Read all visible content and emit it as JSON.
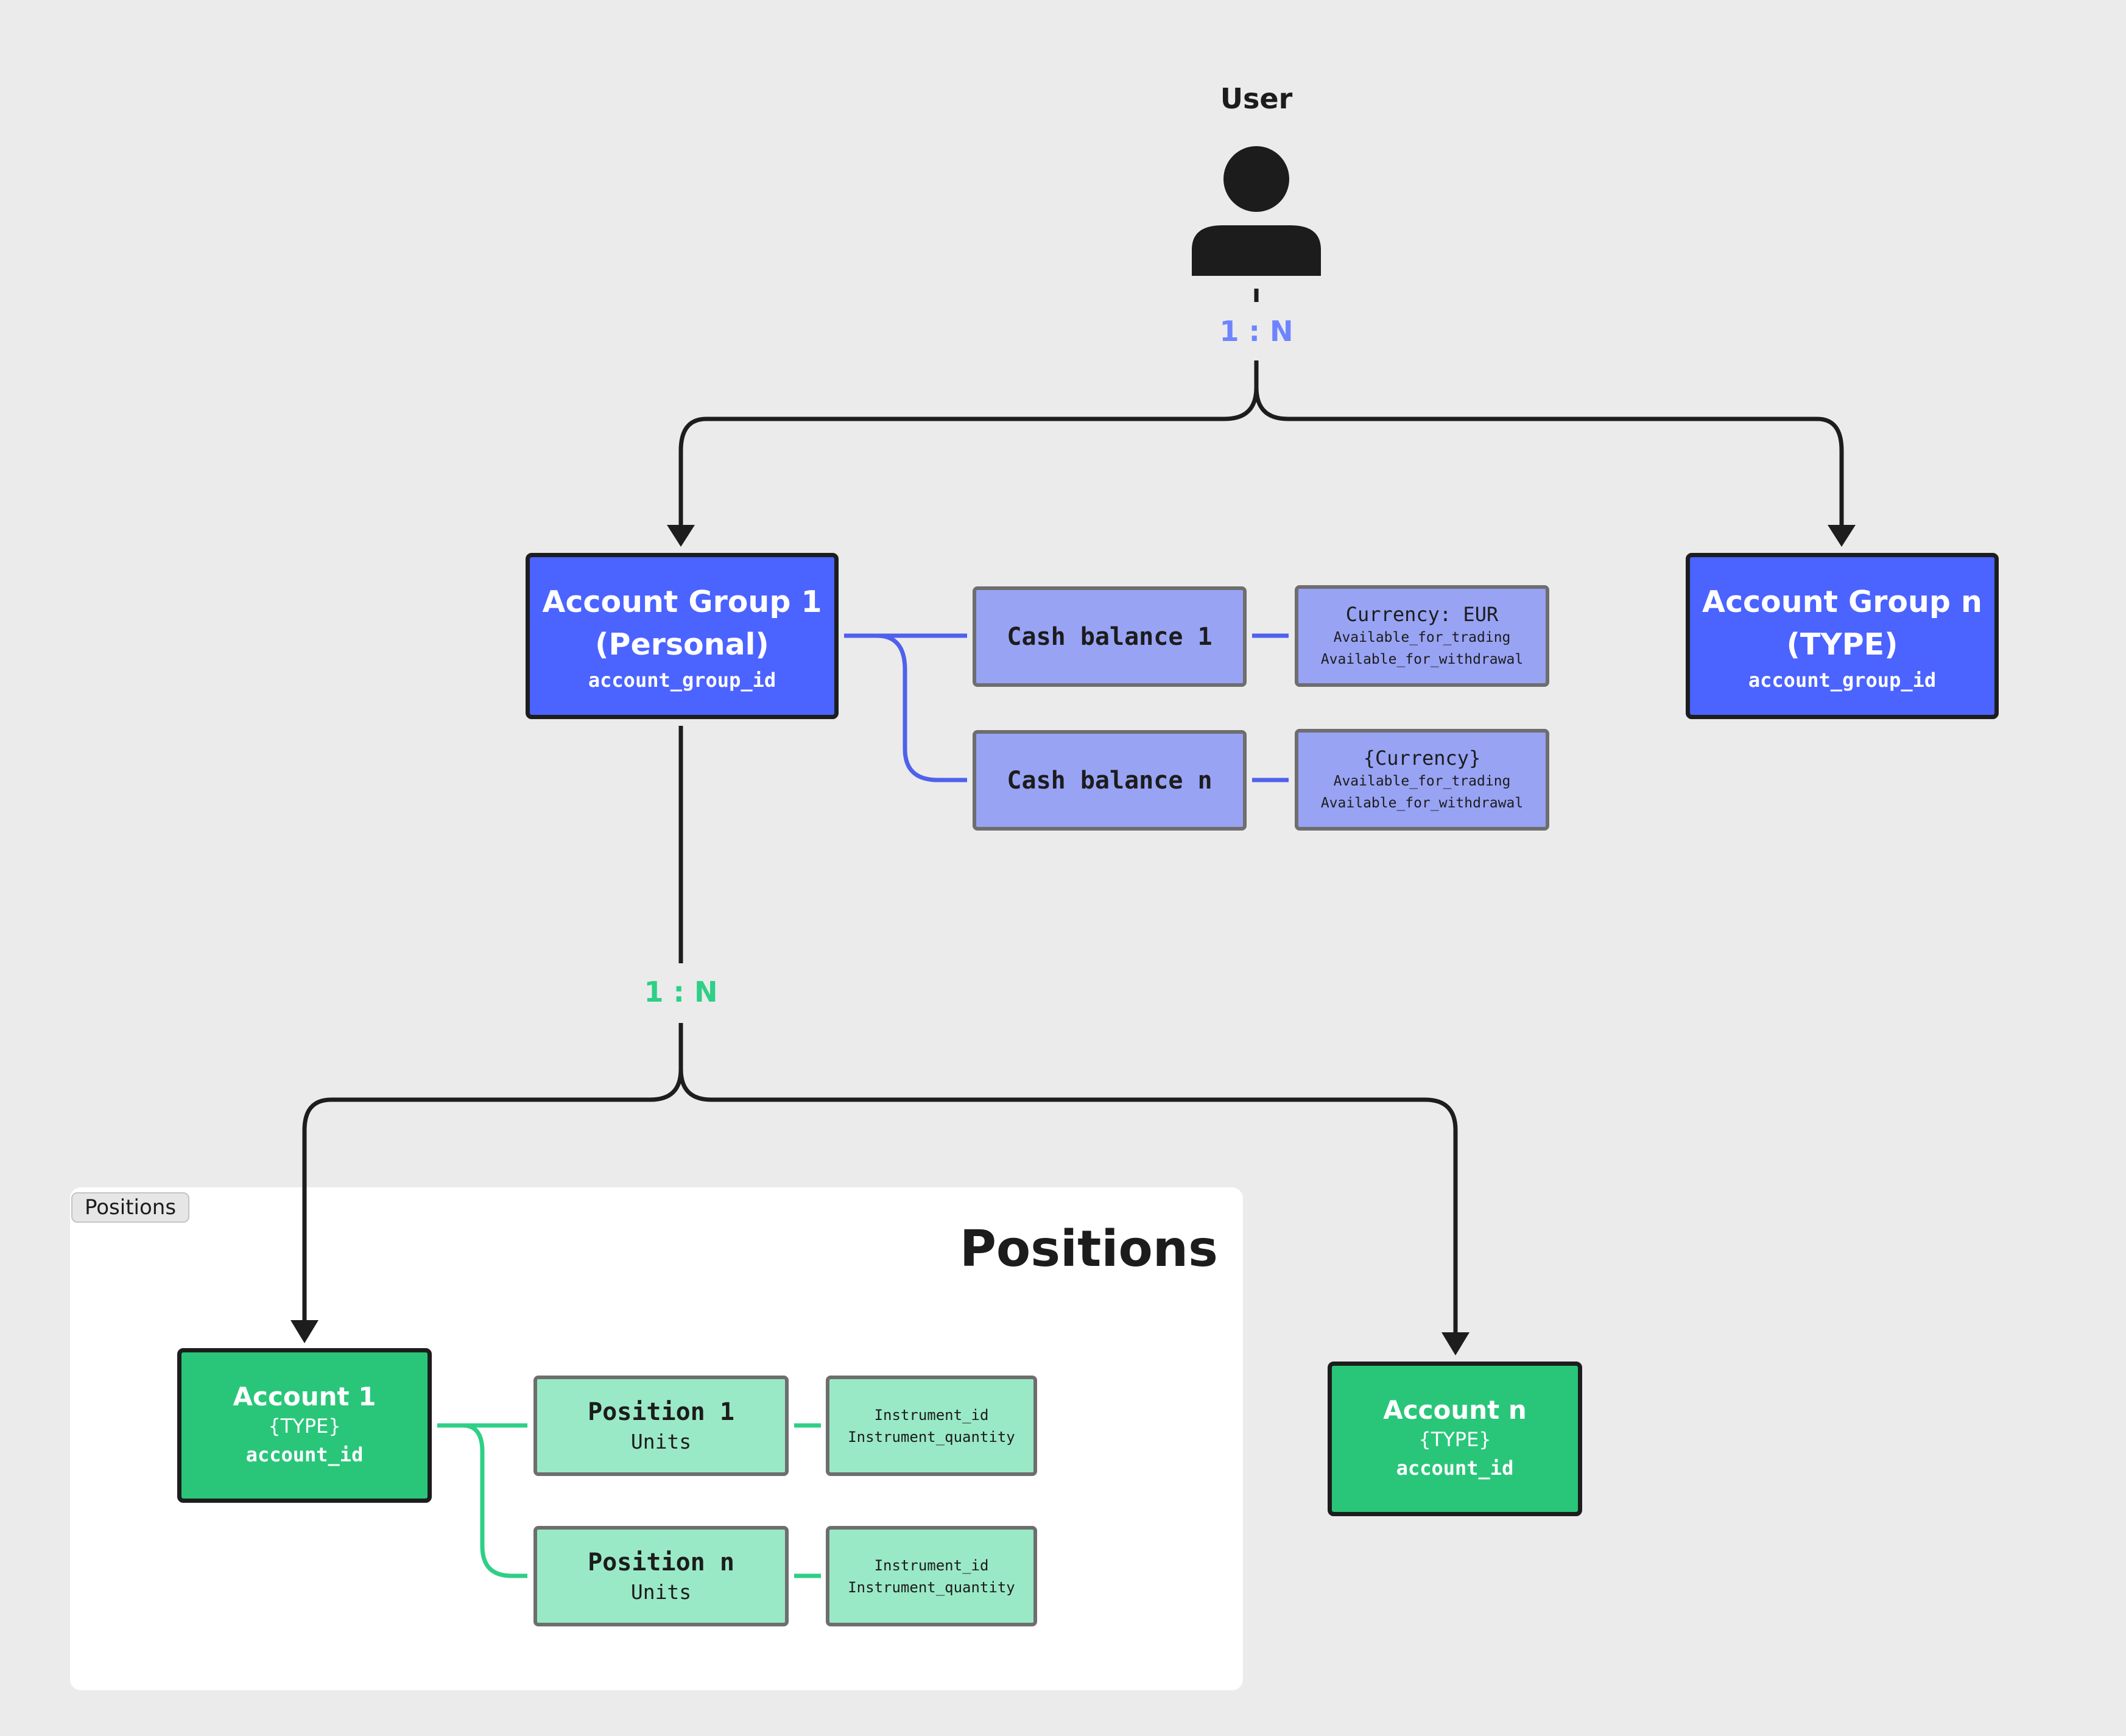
{
  "user": {
    "label": "User",
    "icon": "user-icon"
  },
  "relations": {
    "user_groups": "1 : N",
    "group_accounts": "1 : N"
  },
  "account_groups": [
    {
      "title_line1": "Account Group 1",
      "title_line2": "(Personal)",
      "id_field": "account_group_id"
    },
    {
      "title_line1": "Account Group n",
      "title_line2": "(TYPE)",
      "id_field": "account_group_id"
    }
  ],
  "cash_balances": [
    {
      "label": "Cash balance 1",
      "currency": "Currency: EUR",
      "fields": [
        "Available_for_trading",
        "Available_for_withdrawal"
      ]
    },
    {
      "label": "Cash balance n",
      "currency": "{Currency}",
      "fields": [
        "Available_for_trading",
        "Available_for_withdrawal"
      ]
    }
  ],
  "positions_panel": {
    "tab_label": "Positions",
    "title": "Positions"
  },
  "accounts": [
    {
      "title": "Account 1",
      "type": "{TYPE}",
      "id_field": "account_id"
    },
    {
      "title": "Account n",
      "type": "{TYPE}",
      "id_field": "account_id"
    }
  ],
  "positions": [
    {
      "title": "Position 1",
      "units": "Units",
      "fields": [
        "Instrument_id",
        "Instrument_quantity"
      ]
    },
    {
      "title": "Position n",
      "units": "Units",
      "fields": [
        "Instrument_id",
        "Instrument_quantity"
      ]
    }
  ],
  "colors": {
    "background": "#ebebeb",
    "group_blue": "#4b63ff",
    "balance_blue": "#98a3f4",
    "account_green": "#29c67a",
    "position_green": "#9ae9c6",
    "ratio_blue": "#6e84ff",
    "ratio_green": "#2ecf86",
    "outline": "#1d1d1d"
  }
}
